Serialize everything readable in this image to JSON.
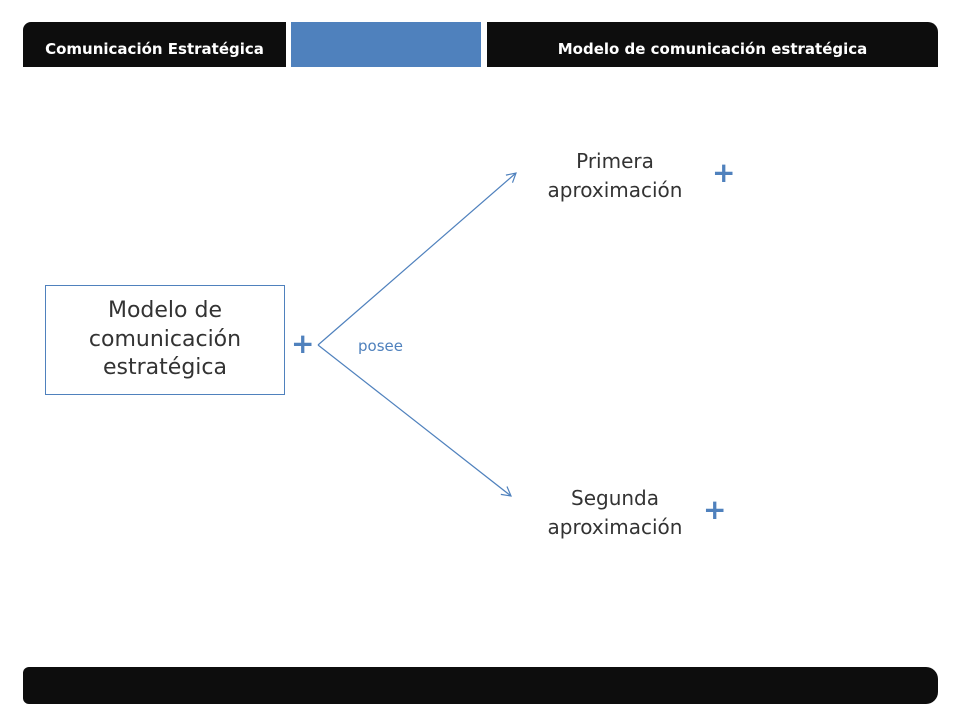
{
  "header": {
    "left_title": "Comunicación Estratégica",
    "right_title": "Modelo de comunicación estratégica"
  },
  "diagram": {
    "root_label": "Modelo de comunicación estratégica",
    "edge_label": "posee",
    "expand_symbol": "+",
    "children": [
      {
        "label_line1": "Primera",
        "label_line2": "aproximación"
      },
      {
        "label_line1": "Segunda",
        "label_line2": "aproximación"
      }
    ]
  },
  "colors": {
    "accent": "#4f81bd",
    "bar": "#0d0d0d"
  }
}
